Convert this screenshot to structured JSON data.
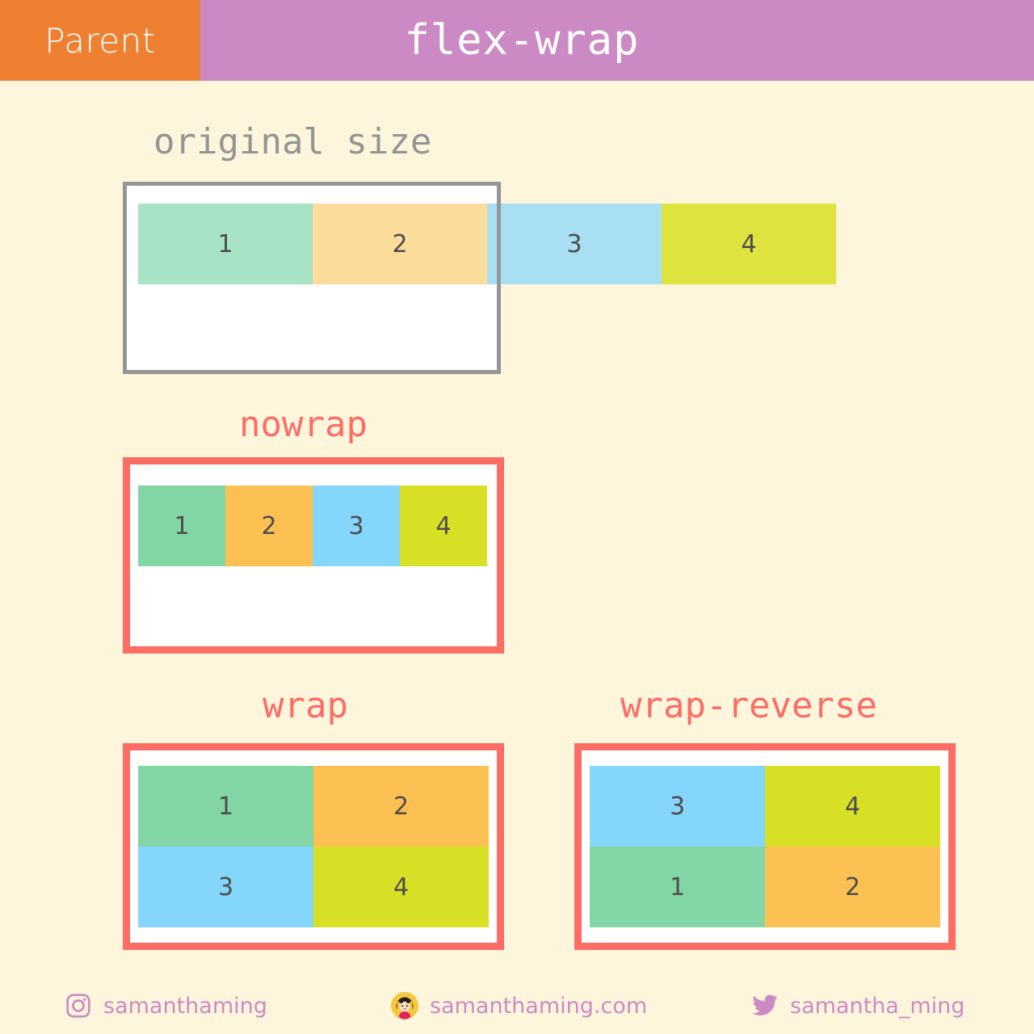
{
  "header": {
    "parent_tab_label": "Parent",
    "title": "flex-wrap",
    "parent_tab_color": "#ef8032",
    "title_bar_color": "#cc8ac4"
  },
  "sections": [
    {
      "id": "original-size",
      "label": "original size",
      "label_color": "#949494",
      "border_color": "#969696",
      "items": [
        {
          "label": "1",
          "color": "#a9e3c5"
        },
        {
          "label": "2",
          "color": "#fcdc9b"
        },
        {
          "label": "3",
          "color": "#a9dff3"
        },
        {
          "label": "4",
          "color": "#dfe33f"
        }
      ]
    },
    {
      "id": "nowrap",
      "label": "nowrap",
      "label_color": "#fc6d66",
      "border_color": "#fc6d66",
      "items": [
        {
          "label": "1",
          "color": "#82d5a5"
        },
        {
          "label": "2",
          "color": "#fcc152"
        },
        {
          "label": "3",
          "color": "#84d6fa"
        },
        {
          "label": "4",
          "color": "#d7e024"
        }
      ]
    },
    {
      "id": "wrap",
      "label": "wrap",
      "label_color": "#fc6d66",
      "border_color": "#fc6d66",
      "items": [
        {
          "label": "1",
          "color": "#82d5a5"
        },
        {
          "label": "2",
          "color": "#fcc152"
        },
        {
          "label": "3",
          "color": "#84d6fa"
        },
        {
          "label": "4",
          "color": "#d7e024"
        }
      ]
    },
    {
      "id": "wrap-reverse",
      "label": "wrap-reverse",
      "label_color": "#fc6d66",
      "border_color": "#fc6d66",
      "items": [
        {
          "label": "3",
          "color": "#84d6fa"
        },
        {
          "label": "4",
          "color": "#d7e024"
        },
        {
          "label": "1",
          "color": "#82d5a5"
        },
        {
          "label": "2",
          "color": "#fcc152"
        }
      ]
    }
  ],
  "footer": {
    "instagram": {
      "icon": "instagram-icon",
      "handle": "samanthaming"
    },
    "website": {
      "icon": "avatar-icon",
      "handle": "samanthaming.com"
    },
    "twitter": {
      "icon": "twitter-icon",
      "handle": "samantha_ming"
    },
    "text_color": "#cc8ac4"
  }
}
